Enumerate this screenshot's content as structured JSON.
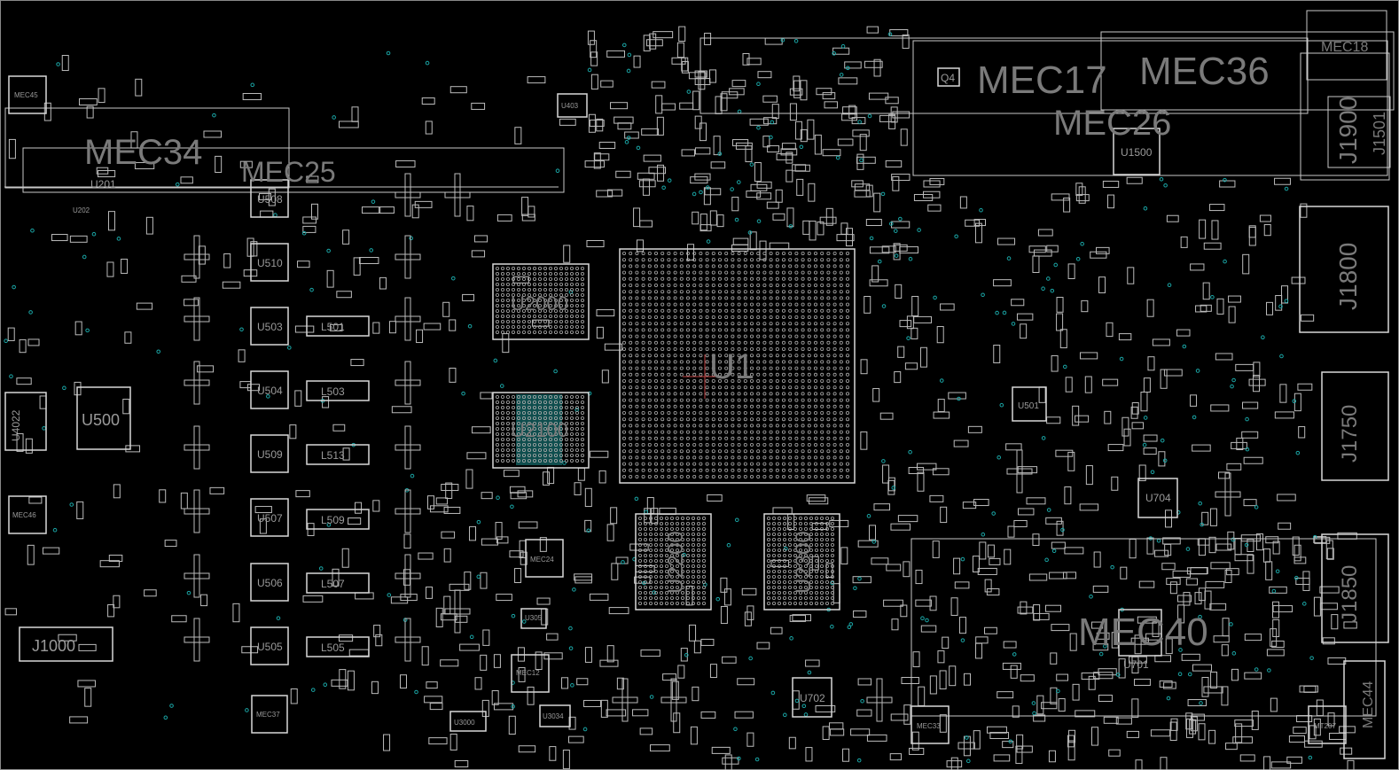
{
  "board": {
    "mech": {
      "mec45": "MEC45",
      "mec34": "MEC34",
      "mec25": "MEC25",
      "mec17": "MEC17",
      "mec36": "MEC36",
      "mec26": "MEC26",
      "mec18": "MEC18",
      "mec24": "MEC24",
      "mec12": "MEC12",
      "mec37": "MEC37",
      "mec40": "MEC40",
      "mec33": "MEC33",
      "mec44": "MEC44",
      "mec46": "MEC46",
      "mt207": "MT207"
    },
    "ics": {
      "u1": "U1",
      "u2000": "U2000",
      "u2100": "U2100",
      "u2200": "U2200",
      "u2300": "U2300",
      "u201": "U201",
      "u202": "U202",
      "u508": "U508",
      "u510": "U510",
      "u503": "U503",
      "u504": "U504",
      "u509": "U509",
      "u507": "U507",
      "u506": "U506",
      "u505": "U505",
      "u500": "U500",
      "u4022": "U4022",
      "u1500": "U1500",
      "u501": "U501",
      "u704": "U704",
      "u701": "U701",
      "u702": "U702",
      "u3000": "U3000",
      "u3034": "U3034",
      "u305": "U305",
      "u403": "U403",
      "q4": "Q4"
    },
    "inductors": {
      "l501": "L501",
      "l503": "L503",
      "l513": "L513",
      "l509": "L509",
      "l507": "L507",
      "l505": "L505"
    },
    "connectors": {
      "j1900": "J1900",
      "j1501": "J1501",
      "j1800": "J1800",
      "j1750": "J1750",
      "j1850": "J1850",
      "j1000": "J1000"
    }
  }
}
